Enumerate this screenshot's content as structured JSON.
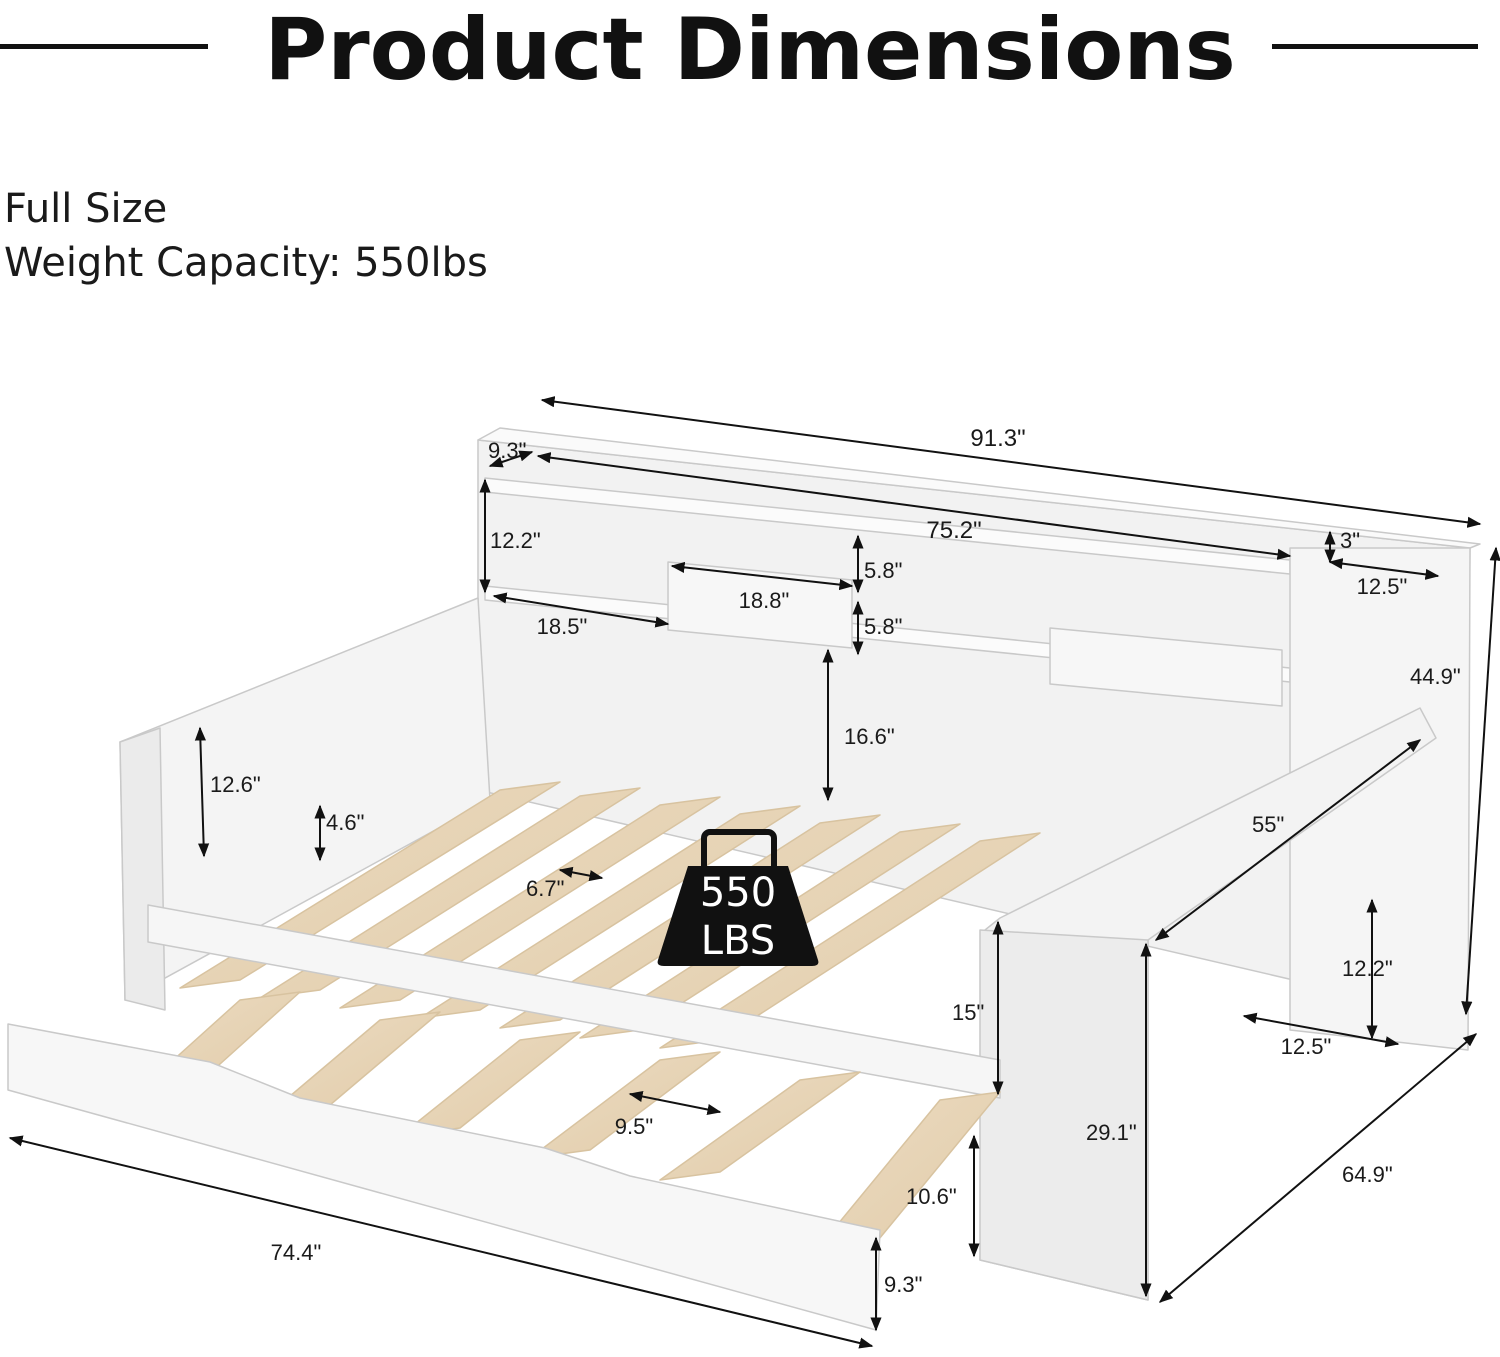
{
  "header": {
    "title": "Product Dimensions"
  },
  "specs": {
    "size": "Full Size",
    "weight_capacity": "Weight Capacity: 550lbs"
  },
  "badge": {
    "number": "550",
    "unit": "LBS"
  },
  "dimensions": {
    "overall_length": "91.3\"",
    "shelf_depth": "9.3\"",
    "shelf_length": "75.2\"",
    "shelf_height": "12.2\"",
    "cubby_height_upper": "5.8\"",
    "cubby_height_lower": "5.8\"",
    "cubby_width": "18.8\"",
    "left_shelf_width": "18.5\"",
    "headboard_gap": "16.6\"",
    "side_top_depth": "3\"",
    "side_top_width": "12.5\"",
    "overall_height": "44.9\"",
    "armrest_height": "12.6\"",
    "rail_height": "4.6\"",
    "slat_gap": "6.7\"",
    "side_length": "55\"",
    "side_shelf_height": "12.2\"",
    "side_shelf_width": "12.5\"",
    "clearance": "15\"",
    "side_cabinet_height": "29.1\"",
    "overall_width": "64.9\"",
    "trundle_slat_gap": "9.5\"",
    "trundle_height": "10.6\"",
    "trundle_length": "74.4\"",
    "trundle_panel": "9.3\""
  }
}
